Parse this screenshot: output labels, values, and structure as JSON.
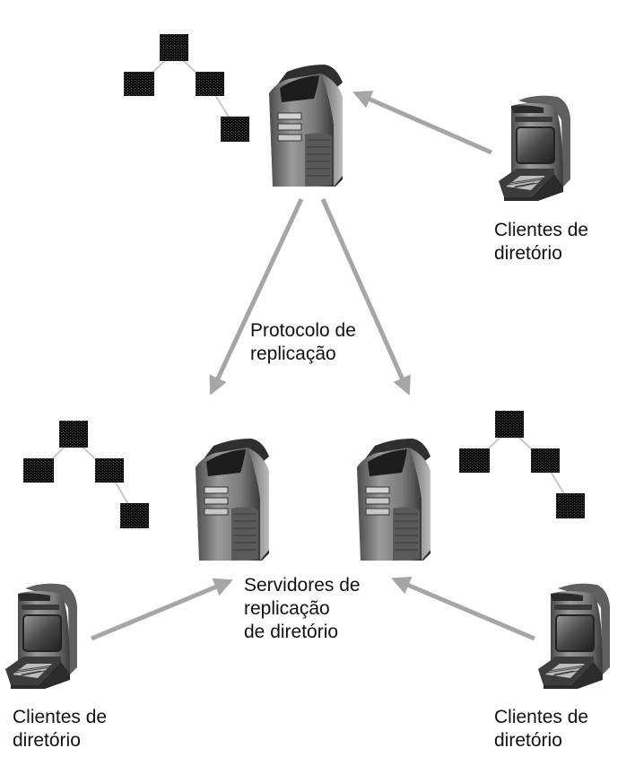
{
  "labels": {
    "clients_top_right": "Clientes de\ndiretório",
    "replication_protocol": "Protocolo de\nreplicação",
    "replication_servers": "Servidores de\nreplicação\nde diretório",
    "clients_bottom_left": "Clientes de\ndiretório",
    "clients_bottom_right": "Clientes de\ndiretório"
  },
  "icons": {
    "server": "server-tower-icon",
    "client": "client-terminal-icon",
    "tree": "directory-tree-icon"
  },
  "colors": {
    "arrow": "#a6a6a6",
    "node": "#111111",
    "tree_edge": "#c8c8c8",
    "device_body": "#8a8a8a",
    "device_dark": "#2e2e2e"
  }
}
